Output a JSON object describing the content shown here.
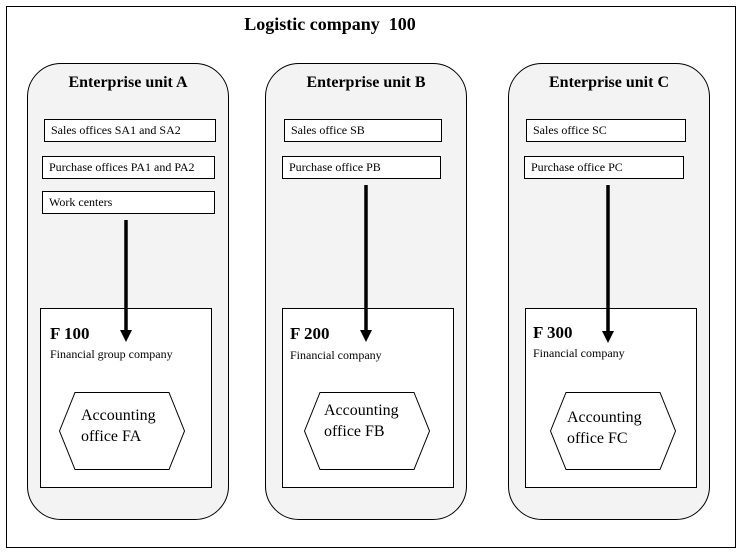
{
  "title": "Logistic company  100",
  "units": [
    {
      "title": "Enterprise unit A",
      "offices": [
        "Sales offices SA1 and SA2",
        "Purchase offices PA1 and PA2",
        "Work centers"
      ],
      "financial": {
        "code": "F 100",
        "desc": "Financial group company",
        "accounting_line1": "Accounting",
        "accounting_line2": "office FA"
      }
    },
    {
      "title": "Enterprise unit B",
      "offices": [
        "Sales office SB",
        "Purchase office PB"
      ],
      "financial": {
        "code": "F 200",
        "desc": "Financial company",
        "accounting_line1": "Accounting",
        "accounting_line2": "office FB"
      }
    },
    {
      "title": "Enterprise unit C",
      "offices": [
        "Sales office SC",
        "Purchase office PC"
      ],
      "financial": {
        "code": "F 300",
        "desc": "Financial company",
        "accounting_line1": "Accounting",
        "accounting_line2": "office FC"
      }
    }
  ],
  "colors": {
    "unit_fill": "#f3f3f3",
    "border": "#000000"
  }
}
